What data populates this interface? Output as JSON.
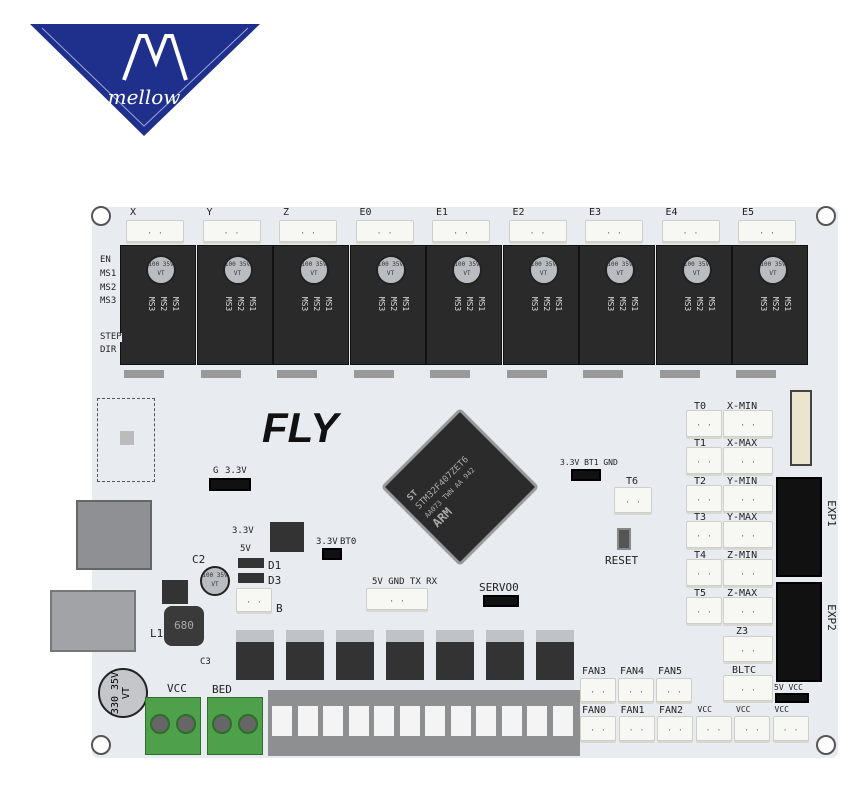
{
  "logo": {
    "brand": "mellow",
    "color": "#1f2f8c"
  },
  "board": {
    "title": "FLY",
    "driver_labels": [
      "X",
      "Y",
      "Z",
      "E0",
      "E1",
      "E2",
      "E3",
      "E4",
      "E5"
    ],
    "driver_pin_labels": [
      "EN",
      "MS1",
      "MS2",
      "MS3",
      "STEP",
      "DIR"
    ],
    "driver_cap_text": "100 35V VT",
    "ms_labels": [
      "MS3",
      "MS2",
      "MS1"
    ],
    "mcu": {
      "brand": "ST",
      "part": "STM32F407ZET6",
      "arm": "ARM",
      "lot": "AA073 TWN AA 942"
    },
    "misc_labels": {
      "g": "G",
      "v33_a": "3.3V",
      "v33_b": "3.3V",
      "v5": "5V",
      "c2": "C2",
      "d1": "D1",
      "d3": "D3",
      "b": "B",
      "bt0_33": "3.3V",
      "bt0": "BT0",
      "uart": "5V GND TX RX",
      "servo": "SERVO0",
      "l1": "L1",
      "l1_value": "680",
      "c3": "C3",
      "vcc": "VCC",
      "bed": "BED",
      "main_cap": "330 35V VT",
      "bt1": "3.3V BT1 GND",
      "t6": "T6",
      "reset": "RESET",
      "exp1": "EXP1",
      "exp2": "EXP2",
      "z3": "Z3",
      "bltc": "BLTC",
      "v5vcc": "5V VCC"
    },
    "therm_labels": [
      "T0",
      "T1",
      "T2",
      "T3",
      "T4",
      "T5"
    ],
    "endstop_labels": [
      "X-MIN",
      "X-MAX",
      "Y-MIN",
      "Y-MAX",
      "Z-MIN",
      "Z-MAX"
    ],
    "fan_top": [
      "FAN3",
      "FAN4",
      "FAN5"
    ],
    "fan_bottom": [
      "FAN0",
      "FAN1",
      "FAN2",
      "VCC",
      "VCC",
      "VCC"
    ]
  }
}
